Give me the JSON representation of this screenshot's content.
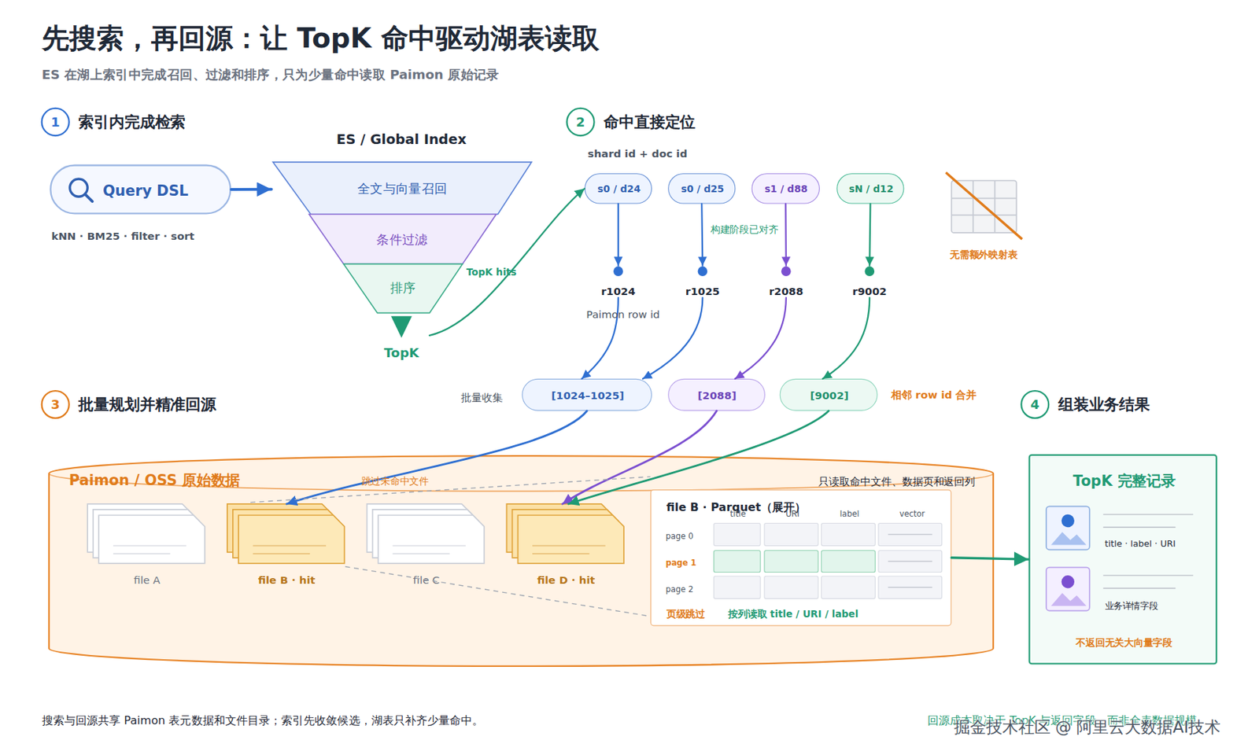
{
  "diagram": {
    "title": "先搜索，再回源：让 TopK 命中驱动湖表读取",
    "caption": "搜索与回源共享 Paimon 表元数据和文件目录；索引先收敛候选，湖表只补齐少量命中。",
    "nodes": [
      {
        "text": [
          "1",
          "索引内完成检索"
        ]
      },
      {
        "text": [
          "Query DSL",
          "kNN · BM25 · filter · sort"
        ]
      },
      {
        "text": [
          "ES / Global Index"
        ]
      },
      {
        "text": [
          "全文与向量召回"
        ],
        "in": 2
      },
      {
        "text": [
          "条件过滤"
        ],
        "in": 2
      },
      {
        "text": [
          "排序"
        ],
        "in": 2
      },
      {
        "text": [
          "2",
          "命中直接定位"
        ]
      },
      {
        "text": [
          "s0 / d24"
        ]
      },
      {
        "text": [
          "s0 / d25"
        ]
      },
      {
        "text": [
          "s1 / d88"
        ]
      },
      {
        "text": [
          "sN / d12"
        ]
      },
      {
        "text": [
          "r1024"
        ]
      },
      {
        "text": [
          "r1025"
        ]
      },
      {
        "text": [
          "r2088"
        ]
      },
      {
        "text": [
          "r9002"
        ]
      },
      {
        "text": [
          "3",
          "批量规划并精准回源"
        ]
      },
      {
        "text": [
          "[1024–1025]"
        ]
      },
      {
        "text": [
          "[2088]"
        ]
      },
      {
        "text": [
          "[9002]"
        ]
      },
      {
        "text": [
          "4",
          "组装业务结果"
        ]
      },
      {
        "text": [
          "Paimon / OSS 原始数据"
        ]
      },
      {
        "text": [
          "file A"
        ],
        "in": 20
      },
      {
        "text": [
          "file B · hit"
        ],
        "in": 20
      },
      {
        "text": [
          "file C"
        ],
        "in": 20
      },
      {
        "text": [
          "file D · hit"
        ],
        "in": 20
      },
      {
        "text": [
          "file B · Parquet（展开）",
          "页级跳过",
          "按列读取 title / URI / label"
        ],
        "in": 20
      },
      {
        "text": [
          "TopK 完整记录",
          "title · label · URI",
          "业务详情字段",
          "不返回无关大向量字段"
        ]
      }
    ],
    "edges": [
      {
        "from": 1,
        "to": 2,
        "arrow": "to"
      },
      {
        "from": 2,
        "to": 7,
        "label": "TopK hits",
        "arrow": "to"
      },
      {
        "from": 7,
        "to": 11,
        "arrow": "to"
      },
      {
        "from": 8,
        "to": 12,
        "arrow": "to"
      },
      {
        "from": 9,
        "to": 13,
        "arrow": "to"
      },
      {
        "from": 10,
        "to": 14,
        "arrow": "to"
      },
      {
        "from": 11,
        "to": 16,
        "arrow": "to"
      },
      {
        "from": 12,
        "to": 16,
        "arrow": "to"
      },
      {
        "from": 13,
        "to": 17,
        "arrow": "to"
      },
      {
        "from": 14,
        "to": 18,
        "arrow": "to"
      },
      {
        "from": 16,
        "to": 22,
        "arrow": "to"
      },
      {
        "from": 17,
        "to": 24,
        "arrow": "to"
      },
      {
        "from": 18,
        "to": 24,
        "arrow": "to"
      },
      {
        "from": 25,
        "to": 26,
        "arrow": "to"
      }
    ],
    "labels": [
      "ES 在湖上索引中完成召回、过滤和排序，只为少量命中读取 Paimon 原始记录",
      "TopK",
      "shard id + doc id",
      "构建阶段已对齐",
      "Paimon row id",
      "无需额外映射表",
      "批量收集",
      "相邻 row id 合并",
      "跳过未命中文件",
      "只读取命中文件、数据页和返回列",
      "title",
      "URI",
      "label",
      "vector",
      "page 0",
      "page 1",
      "page 2",
      "回源成本取决于 TopK 与返回字段，而非全表数据规模",
      "掘金技术社区 @ 阿里云大数据AI技术"
    ]
  }
}
